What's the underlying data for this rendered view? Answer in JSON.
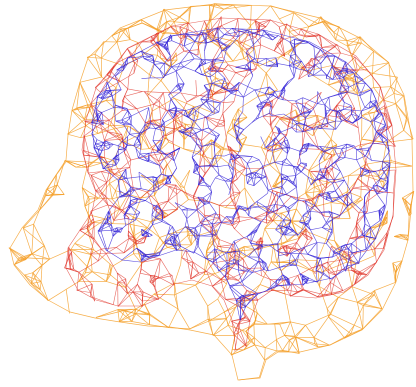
{
  "scene": {
    "background": "#ffffff",
    "layers": [
      {
        "name": "outer-skin-mesh",
        "color": "#f5a02a"
      },
      {
        "name": "skull-mesh",
        "color": "#e0342a"
      },
      {
        "name": "brain-mesh",
        "color": "#3a2ad8"
      }
    ]
  }
}
